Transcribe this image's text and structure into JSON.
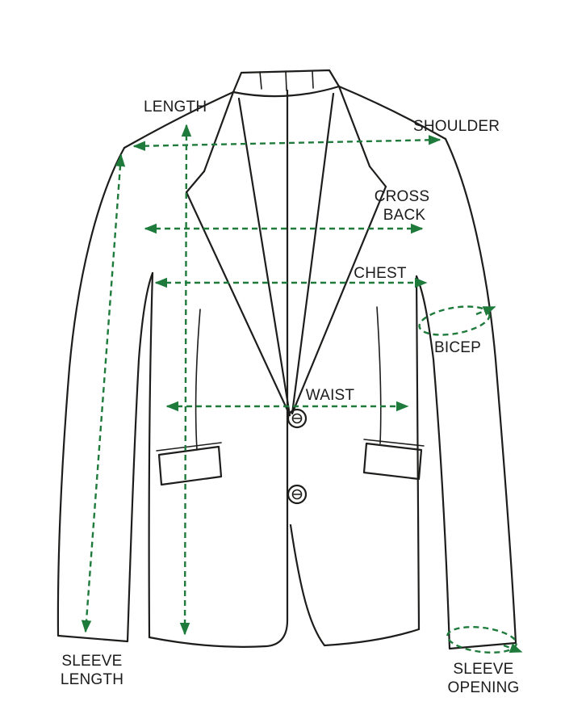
{
  "diagram": {
    "labels": {
      "length": "LENGTH",
      "shoulder": "SHOULDER",
      "cross_back_1": "CROSS",
      "cross_back_2": "BACK",
      "chest": "CHEST",
      "bicep": "BICEP",
      "waist": "WAIST",
      "sleeve_length_1": "SLEEVE",
      "sleeve_length_2": "LENGTH",
      "sleeve_opening_1": "SLEEVE",
      "sleeve_opening_2": "OPENING"
    },
    "colors": {
      "arrow_green": "#1e7b3c",
      "outline_black": "#1d1d1b",
      "background": "#ffffff"
    }
  }
}
